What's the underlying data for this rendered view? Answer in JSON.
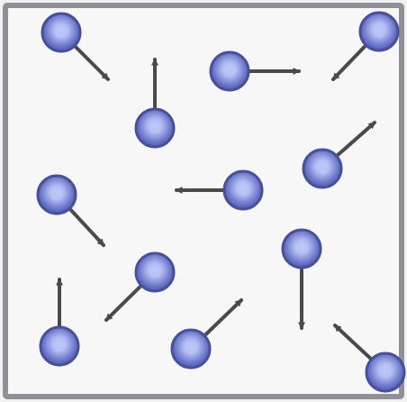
{
  "diagram": {
    "colors": {
      "frame": "#8f9196",
      "background": "#f7f7f7",
      "particle_fill": "#6b77c9",
      "particle_rim": "#48509b",
      "particle_core": "#b8c2f4",
      "arrow": "#4a4a4a"
    },
    "particles": [
      {
        "id": "p1",
        "arrow_direction": "down-right"
      },
      {
        "id": "p2",
        "arrow_direction": "down-left"
      },
      {
        "id": "p3",
        "arrow_direction": "up"
      },
      {
        "id": "p4",
        "arrow_direction": "right"
      },
      {
        "id": "p5",
        "arrow_direction": "up-right"
      },
      {
        "id": "p6",
        "arrow_direction": "left"
      },
      {
        "id": "p7",
        "arrow_direction": "down-right"
      },
      {
        "id": "p8",
        "arrow_direction": "down"
      },
      {
        "id": "p9",
        "arrow_direction": "down-left"
      },
      {
        "id": "p10",
        "arrow_direction": "up"
      },
      {
        "id": "p11",
        "arrow_direction": "up-right"
      },
      {
        "id": "p12",
        "arrow_direction": "up-left"
      }
    ]
  }
}
